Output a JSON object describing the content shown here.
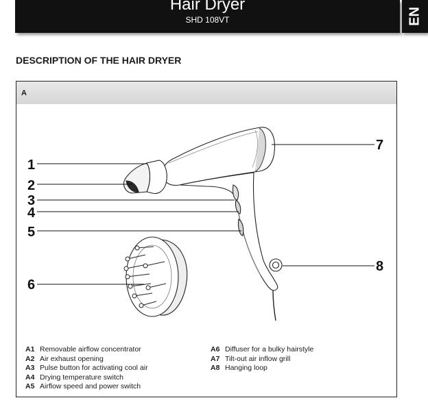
{
  "header": {
    "title": "Hair Dryer",
    "model": "SHD 108VT"
  },
  "language_tab": "EN",
  "section": {
    "heading": "DESCRIPTION OF THE HAIR DRYER"
  },
  "figure": {
    "label": "A",
    "callouts": [
      "1",
      "2",
      "3",
      "4",
      "5",
      "6",
      "7",
      "8"
    ]
  },
  "legend": {
    "left": [
      {
        "code": "A1",
        "text": "Removable airflow concentrator"
      },
      {
        "code": "A2",
        "text": "Air exhaust opening"
      },
      {
        "code": "A3",
        "text": "Pulse button for activating cool air"
      },
      {
        "code": "A4",
        "text": "Drying temperature switch"
      },
      {
        "code": "A5",
        "text": "Airflow speed and power switch"
      }
    ],
    "right": [
      {
        "code": "A6",
        "text": "Diffuser for a bulky hairstyle"
      },
      {
        "code": "A7",
        "text": "Tilt-out air inflow grill"
      },
      {
        "code": "A8",
        "text": "Hanging loop"
      }
    ]
  }
}
